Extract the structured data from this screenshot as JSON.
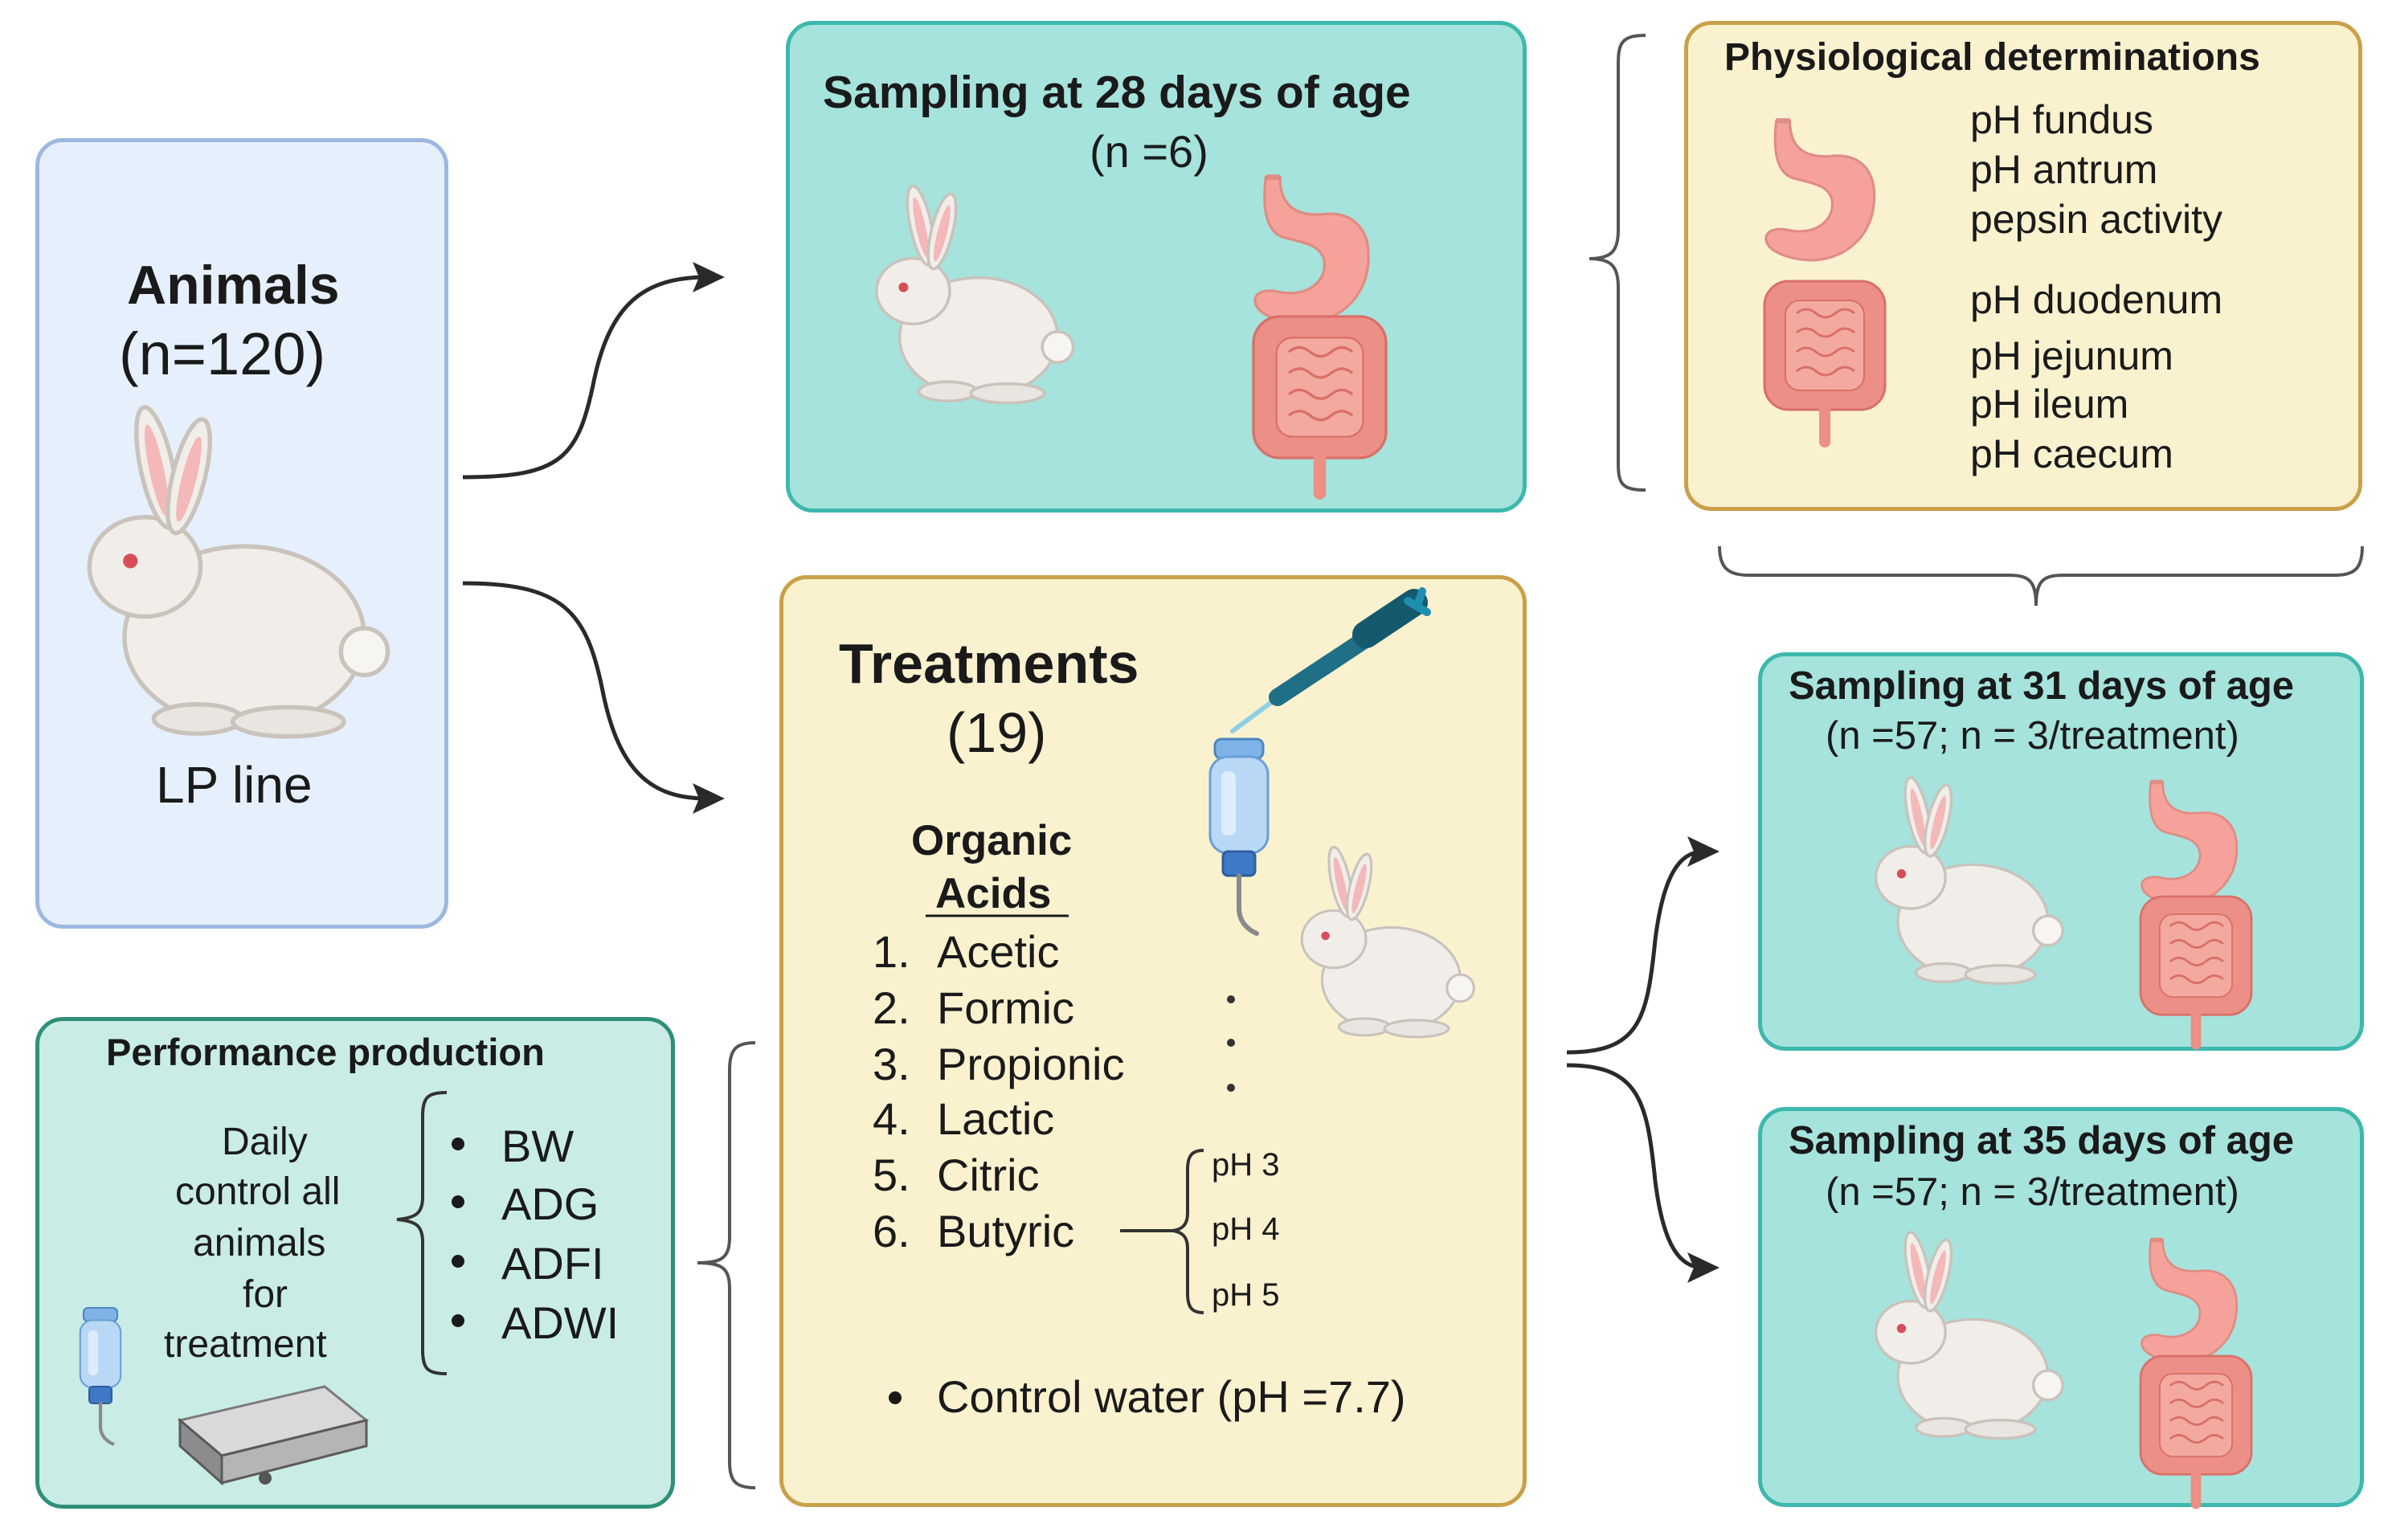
{
  "animals": {
    "title": "Animals",
    "count": "(n=120)",
    "line": "LP line"
  },
  "sampling28": {
    "title": "Sampling at 28 days of age",
    "n": "(n =6)"
  },
  "physiological": {
    "title": "Physiological determinations",
    "stomach_items": [
      "pH fundus",
      "pH antrum",
      "pepsin activity"
    ],
    "intestine_items": [
      "pH duodenum",
      "pH jejunum",
      "pH ileum",
      "pH caecum"
    ]
  },
  "treatments": {
    "title": "Treatments",
    "count": "(19)",
    "acids_heading_1": "Organic",
    "acids_heading_2": "Acids",
    "acids": [
      {
        "num": "1.",
        "name": "Acetic"
      },
      {
        "num": "2.",
        "name": "Formic"
      },
      {
        "num": "3.",
        "name": "Propionic"
      },
      {
        "num": "4.",
        "name": "Lactic"
      },
      {
        "num": "5.",
        "name": "Citric"
      },
      {
        "num": "6.",
        "name": "Butyric"
      }
    ],
    "ph_levels": [
      "pH 3",
      "pH 4",
      "pH 5"
    ],
    "control": "Control water (pH =7.7)"
  },
  "sampling31": {
    "title": "Sampling at 31 days of age",
    "n": "(n =57;  n = 3/treatment)"
  },
  "sampling35": {
    "title": "Sampling at 35 days of age",
    "n": "(n =57;  n = 3/treatment)"
  },
  "performance": {
    "title": "Performance production",
    "desc_lines": [
      "Daily",
      "control all",
      "animals",
      "for",
      "treatment"
    ],
    "items": [
      "BW",
      "ADG",
      "ADFI",
      "ADWI"
    ]
  },
  "colors": {
    "teal_fill": "#a6e3dc",
    "cream_fill": "#faf2cf",
    "blue_fill": "#e6f0fc",
    "stomach": "#f5a39a",
    "intestine": "#e8857c"
  }
}
